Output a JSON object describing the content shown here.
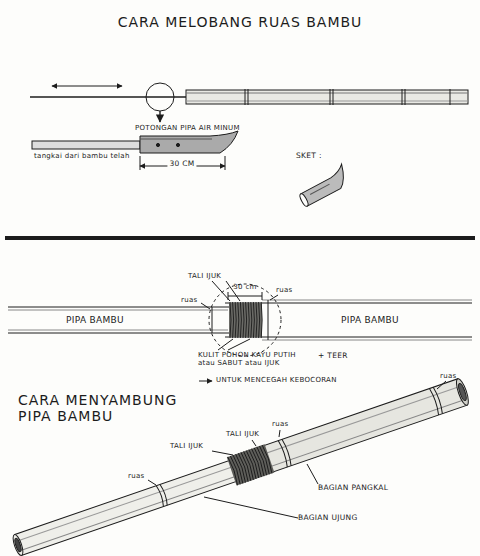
{
  "diagram": {
    "title": "CARA MELOBANG RUAS BAMBU",
    "labels": [
      "POTONGAN PIPA AIR MINUM",
      "tangkai dari bambu telah",
      "30 CM",
      "SKET :",
      "TALI IJUK",
      "ruas",
      "30 cm",
      "ruas",
      "PIPA BAMBU",
      "PIPA BAMBU",
      "KULIT POHON KAYU PUTIH atau SABUT atau IJUK",
      "+ TEER",
      "UNTUK MENCEGAH KEBOCORAN",
      "CARA MENYAMBUNG PIPA BAMBU",
      "TALI IJUK",
      "TALI IJUK",
      "ruas",
      "ruas",
      "ruas",
      "BAGIAN PANGKAL",
      "BAGIAN UJUNG"
    ]
  }
}
